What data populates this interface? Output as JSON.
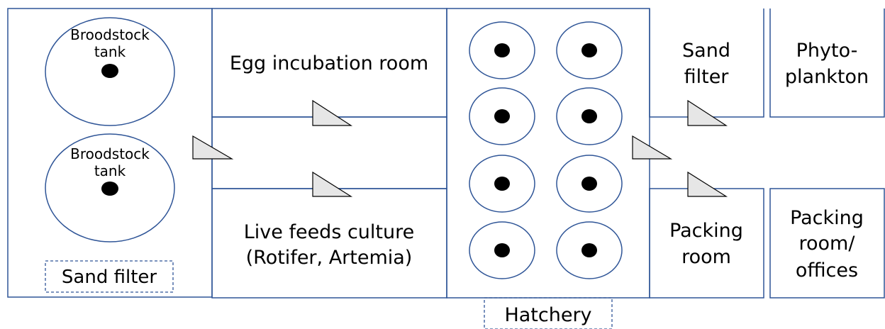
{
  "zones": {
    "broodstock_tank_1": {
      "line1": "Broodstock",
      "line2": "tank"
    },
    "broodstock_tank_2": {
      "line1": "Broodstock",
      "line2": "tank"
    },
    "sand_filter_left": "Sand filter",
    "egg_incubation_room": "Egg incubation room",
    "live_feeds_culture": {
      "line1": "Live feeds culture",
      "line2": "(Rotifer, Artemia)"
    },
    "hatchery": "Hatchery",
    "sand_filter_right": {
      "line1": "Sand",
      "line2": "filter"
    },
    "phytoplankton": {
      "line1": "Phyto-",
      "line2": "plankton"
    },
    "packing_room": {
      "line1": "Packing",
      "line2": "room"
    },
    "packing_room_offices": {
      "line1": "Packing",
      "line2": "room/",
      "line3": "offices"
    }
  },
  "hatchery_tanks": {
    "rows": 4,
    "columns": 2
  },
  "colors": {
    "wall": "#2f5597",
    "door_fill": "#e6e6e6",
    "door_stroke": "#000000",
    "drain": "#000000"
  }
}
